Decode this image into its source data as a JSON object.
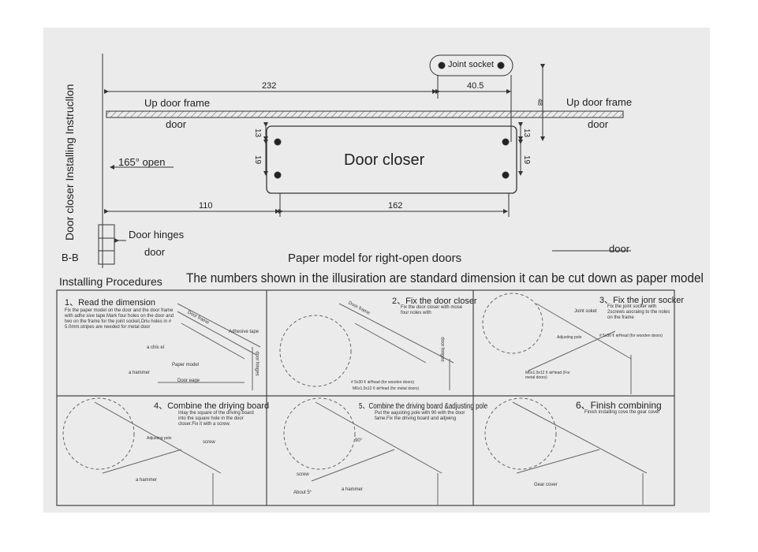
{
  "diagram": {
    "vertical_title": "Door closer Installing Instrucllon",
    "dim_232": "232",
    "dim_40_5": "40.5",
    "joint_socket": "Joint socket",
    "dim_48": "48",
    "up_door_frame_left": "Up door frame",
    "up_door_frame_right": "Up door frame",
    "door_left": "door",
    "door_right": "door",
    "door_closer": "Door closer",
    "dim_13_left": "13",
    "dim_19_left": "19",
    "dim_13_right": "13",
    "dim_19_right": "19",
    "open_angle": "165° open",
    "dim_110": "110",
    "dim_162": "162",
    "door_hinges": "Door hinges",
    "door_below_hinges": "door",
    "section": "B-B",
    "paper_model_title": "Paper model for right-open doors",
    "door_far_right": "door"
  },
  "procedures": {
    "heading": "Installing Procedures",
    "note": "The numbers shown in the illusiration are standard dimension it can be cut down as paper model",
    "steps": [
      {
        "title": "1、Read the dimension",
        "text": "Fix the paper model on the door and the door frame with adhe sive tape.Mark four holes on the door and two on the frame for the joint socket,Driu holes in # 5.0mm.stripes are needed for metal door",
        "labels": [
          "Door frame",
          "Adhesive tape",
          "a chis el",
          "Paper model",
          "a hammer",
          "Door eage",
          "door hinges"
        ]
      },
      {
        "title": "2、Fix the door closer",
        "text": "Fix the door closer with mose four noles with",
        "labels": [
          "Door frame",
          "door hinges",
          "# 5x30 ¢ ⊕Head (for wooden doors)",
          "M6x1.0x12 ¢ ⊕Head (for metal doors)"
        ]
      },
      {
        "title": "3、Fix the jonr socker",
        "text": "Fix the joint socker with 2screws aocraing to the noles on the frame",
        "labels": [
          "Joint soket",
          "Adjusting pole",
          "# 5x30 ¢ ⊕Head (for wooden doors)",
          "M6x1.0x12 ¢ ⊕Head (For metal doors)"
        ]
      },
      {
        "title": "4、Combine the driying board",
        "text": "Inlay the square of the driving board into the square hole in the door closer.Fix it with a screw.",
        "labels": [
          "Adjusting pole",
          "screw",
          "a hammer"
        ]
      },
      {
        "title": "5、Combine the driving board &adjusting pole",
        "text": "Put the aajusting pole with 90 with the door fame.Fix the driving board and adjwing",
        "labels": [
          "90°",
          "screw",
          "About 5°",
          "a hammer"
        ]
      },
      {
        "title": "6、Finish combining",
        "text": "Finish installing cove the gear cover",
        "labels": [
          "Gear cover"
        ]
      }
    ]
  }
}
